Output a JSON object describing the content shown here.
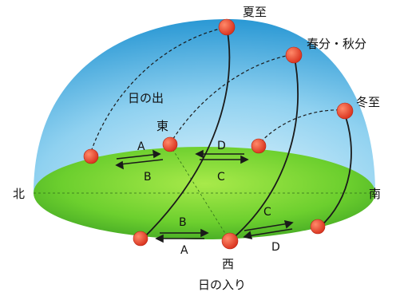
{
  "labels": {
    "summer_solstice": "夏至",
    "equinox": "春分・秋分",
    "winter_solstice": "冬至",
    "sunrise": "日の出",
    "sunset": "日の入り",
    "east": "東",
    "west": "西",
    "north": "北",
    "south": "南"
  },
  "path_letters": {
    "back_upper": [
      "A",
      "D"
    ],
    "back_lower": [
      "B",
      "C"
    ],
    "front_upper": [
      "B",
      "C"
    ],
    "front_lower": [
      "A",
      "D"
    ]
  },
  "colors": {
    "sky_top": "#2f9fd8",
    "sky_bottom": "#cfeefb",
    "ground_light": "#8ee03a",
    "ground_dark": "#3aa825",
    "sun_marker": "#e8422e",
    "path_line": "#1a1a1a"
  }
}
